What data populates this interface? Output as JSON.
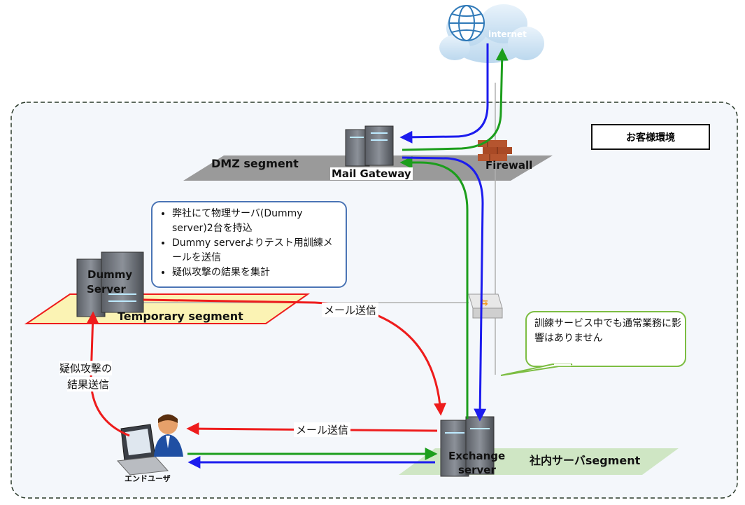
{
  "title": "お客様環境",
  "cloud": {
    "label": "internet"
  },
  "segments": {
    "dmz": "DMZ segment",
    "temporary": "Temporary segment",
    "internal": "社内サーバsegment"
  },
  "devices": {
    "mail_gateway": "Mail Gateway",
    "firewall": "Firewall",
    "dummy_server": [
      "Dummy",
      "Server"
    ],
    "exchange_server": [
      "Exchange",
      "server"
    ],
    "end_user": "エンドユーザ"
  },
  "notes": {
    "dummy": [
      "弊社にて物理サーバ(Dummy server)2台を持込",
      "Dummy serverよりテスト用訓練メールを送信",
      "疑似攻撃の結果を集計"
    ],
    "impact": "訓練サービス中でも通常業務に影響はありません"
  },
  "flows": {
    "mail_send_1": "メール送信",
    "mail_send_2": "メール送信",
    "result_send": [
      "疑似攻撃の",
      "結果送信"
    ]
  },
  "colors": {
    "red": "#ee1c1c",
    "green": "#1c9e1c",
    "blue": "#1c1cee",
    "note_border_blue": "#4a74b5",
    "note_border_green": "#7cbd42",
    "env_fill": "#f4f7fb"
  }
}
